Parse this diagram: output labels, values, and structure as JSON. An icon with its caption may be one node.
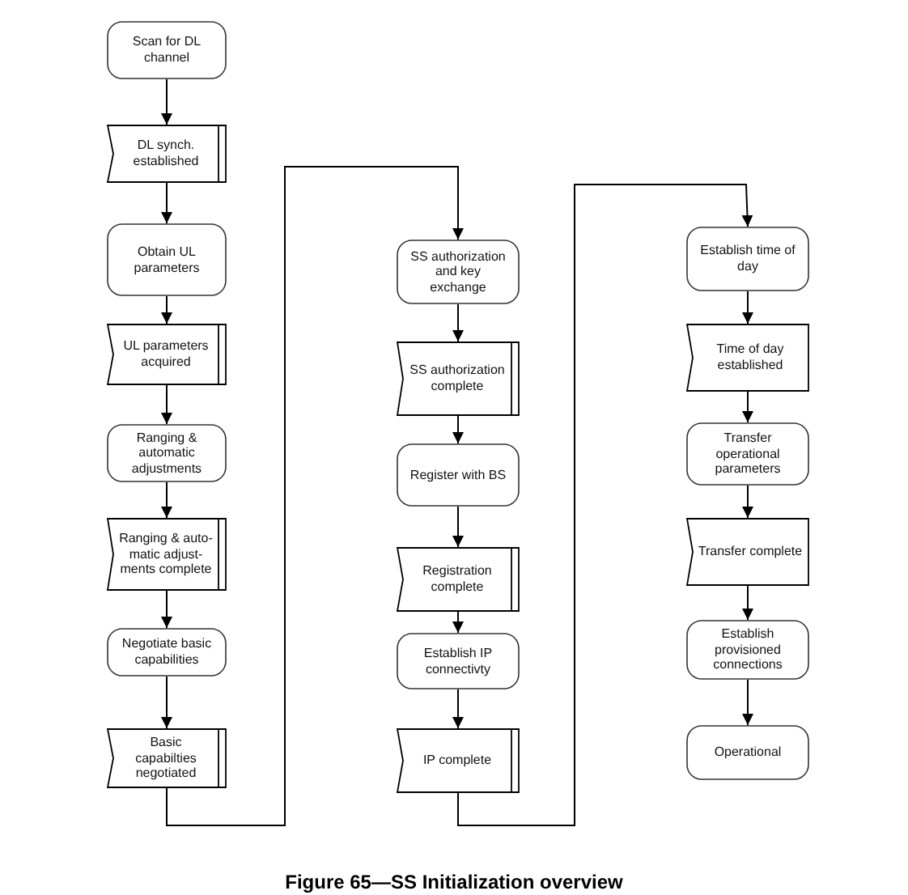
{
  "diagram": {
    "caption": "Figure 65—SS Initialization overview",
    "nodes": [
      {
        "text": [
          "Scan for DL channel"
        ]
      },
      {
        "text": [
          "DL synch. established"
        ]
      },
      {
        "text": [
          "Obtain UL parameters"
        ]
      },
      {
        "text": [
          "UL parameters acquired"
        ]
      },
      {
        "text": [
          "Ranging & automatic adjustments"
        ]
      },
      {
        "text": [
          "Ranging & auto- matic adjust- ments complete"
        ]
      },
      {
        "text": [
          "Negotiate basic capabilities"
        ]
      },
      {
        "text": [
          "Basic capabilties negotiated"
        ]
      },
      {
        "text": [
          "SS authorization and key exchange"
        ]
      },
      {
        "text": [
          "SS authorization complete"
        ]
      },
      {
        "text": [
          "Register with BS"
        ]
      },
      {
        "text": [
          "Registration complete"
        ]
      },
      {
        "text": [
          "Establish IP connectivty"
        ]
      },
      {
        "text": [
          "IP complete"
        ]
      },
      {
        "text": [
          "Establish time of day"
        ]
      },
      {
        "text": [
          "Time of day established"
        ]
      },
      {
        "text": [
          "Transfer operational parameters"
        ]
      },
      {
        "text": [
          "Transfer complete"
        ]
      },
      {
        "text": [
          "Establish provisioned connections"
        ]
      },
      {
        "text": [
          "Operational"
        ]
      }
    ],
    "edges": [
      {
        "from": 0,
        "to": 1,
        "arrow": "to"
      },
      {
        "from": 1,
        "to": 2,
        "arrow": "to"
      },
      {
        "from": 2,
        "to": 3,
        "arrow": "to"
      },
      {
        "from": 3,
        "to": 4,
        "arrow": "to"
      },
      {
        "from": 4,
        "to": 5,
        "arrow": "to"
      },
      {
        "from": 5,
        "to": 6,
        "arrow": "to"
      },
      {
        "from": 6,
        "to": 7,
        "arrow": "to"
      },
      {
        "from": 7,
        "to": 8,
        "arrow": "to"
      },
      {
        "from": 8,
        "to": 9,
        "arrow": "to"
      },
      {
        "from": 9,
        "to": 10,
        "arrow": "to"
      },
      {
        "from": 10,
        "to": 11,
        "arrow": "to"
      },
      {
        "from": 11,
        "to": 12,
        "arrow": "to"
      },
      {
        "from": 12,
        "to": 13,
        "arrow": "to"
      },
      {
        "from": 13,
        "to": 14,
        "arrow": "to"
      },
      {
        "from": 14,
        "to": 15,
        "arrow": "to"
      },
      {
        "from": 15,
        "to": 16,
        "arrow": "to"
      },
      {
        "from": 16,
        "to": 17,
        "arrow": "to"
      },
      {
        "from": 17,
        "to": 18,
        "arrow": "to"
      },
      {
        "from": 18,
        "to": 19,
        "arrow": "to"
      }
    ]
  }
}
